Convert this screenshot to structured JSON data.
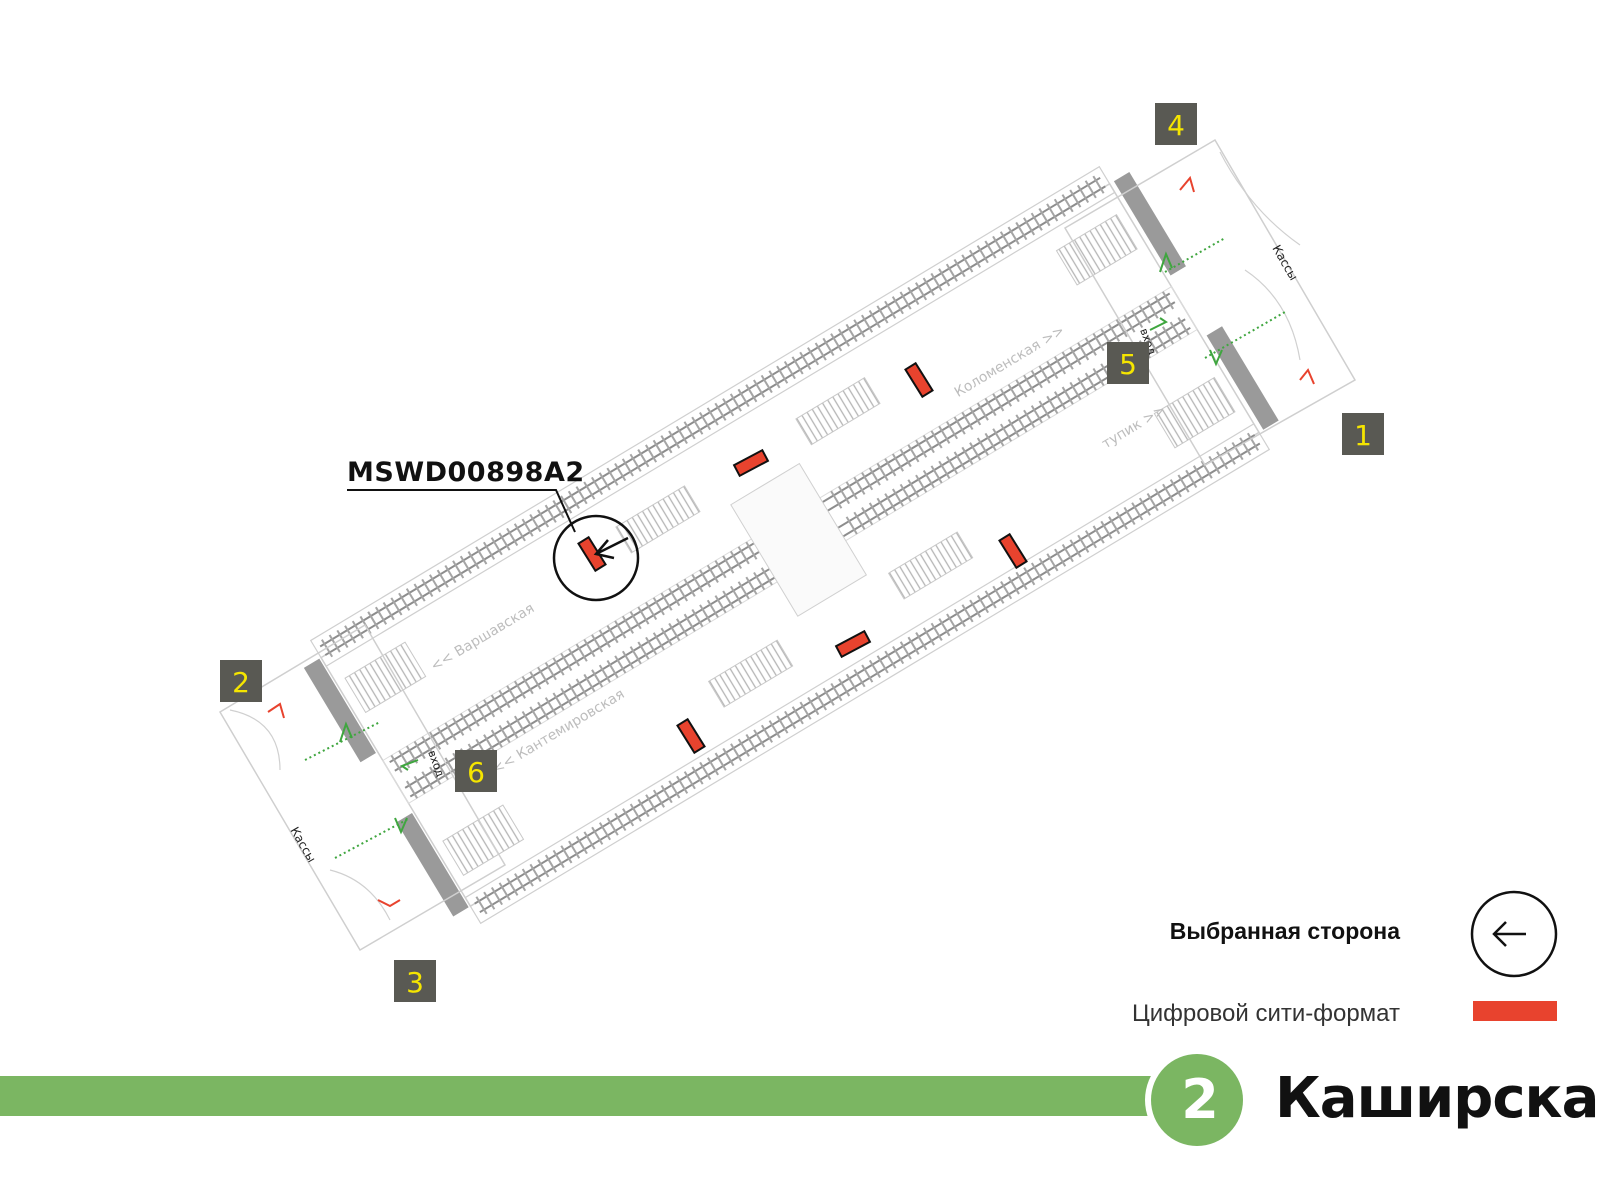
{
  "station": {
    "name": "Каширская",
    "line_number": "2",
    "line_color": "#7bb662"
  },
  "placement_code": "MSWD00898A2",
  "exits": [
    "1",
    "2",
    "3",
    "4",
    "5",
    "6"
  ],
  "exit_badge_color": "#595953",
  "exit_number_color": "#f5e500",
  "labels": {
    "kassy": "Кассы",
    "vhod": "вход",
    "direction_varshavskaya": "<< Варшавская",
    "direction_kantemirovskaya": "<< Кантемировская",
    "direction_kolomenskaya": "Коломенская >>",
    "direction_tupik": "тупик >>"
  },
  "legend": {
    "selected_side": "Выбранная сторона",
    "digital_city_format": "Цифровой сити-формат",
    "ad_color": "#e8432e"
  },
  "icons": {
    "selected_side_icon": "circle-arrow-left-icon",
    "exit_arrow": "arrow-icon"
  }
}
